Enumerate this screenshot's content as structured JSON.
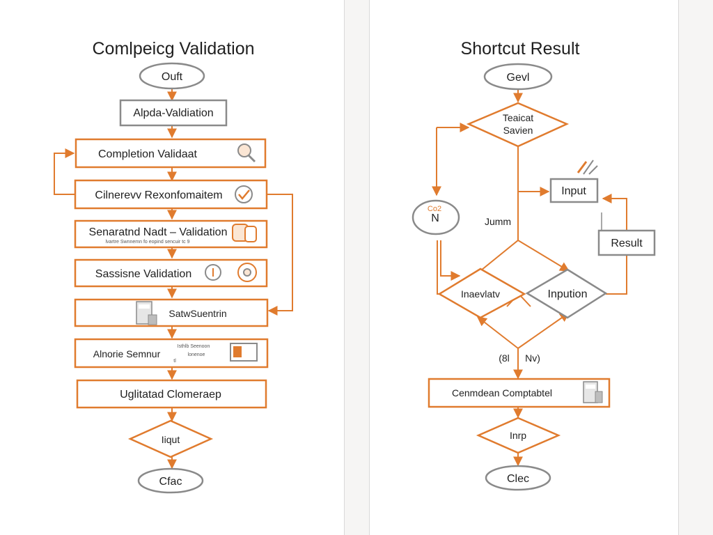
{
  "colors": {
    "accent": "#e07b2e",
    "gray": "#8a8a8a",
    "text": "#1f1f1f"
  },
  "left": {
    "title": "Comlpeicg Validation",
    "start": "Ouft",
    "step1": "Alpda-Valdiation",
    "step2": "Completion Validaat",
    "step3": "Cilnerevv Rexonfomaitem",
    "step4": "Senaratnd Nadt – Validation",
    "step4_sub": "lvartre Swnnemn fo eopind sencuir tc 9",
    "step5": "Sassisne Validation",
    "step6": "SatwSuentrin",
    "step7": "Alnorie Semnur",
    "step7_side_1": "Isthlb Seenoon",
    "step7_side_2": "lonenoe",
    "step7_side_3": "tl",
    "step8": "Uglitatad Clomeraep",
    "decision": "Iiqut",
    "end": "Cfac"
  },
  "right": {
    "title": "Shortcut Result",
    "start": "Gevl",
    "decision1_line1": "Teaicat",
    "decision1_line2": "Savien",
    "circle_top": "Co2",
    "circle_bottom": "N",
    "input_box": "Input",
    "jump_label": "Jumm",
    "result_box": "Result",
    "decision_left": "Inaevlatv",
    "decision_right": "Inpution",
    "branch_left": "(8l",
    "branch_right": "Nv)",
    "bottom_box": "Cenmdean Comptabtel",
    "decision2": "Inrp",
    "end": "Clec"
  }
}
